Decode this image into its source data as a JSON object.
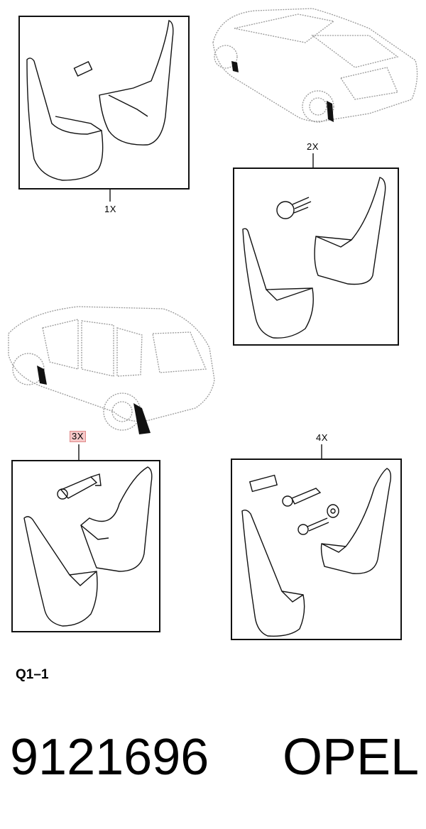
{
  "panels": {
    "p1": {
      "qty": "1X"
    },
    "p2": {
      "qty": "2X"
    },
    "p3": {
      "qty": "3X"
    },
    "p4": {
      "qty": "4X"
    }
  },
  "diagram_code": "Q1–1",
  "part_number": "9121696",
  "brand": "OPEL",
  "highlight_color": "#f6c8c8"
}
